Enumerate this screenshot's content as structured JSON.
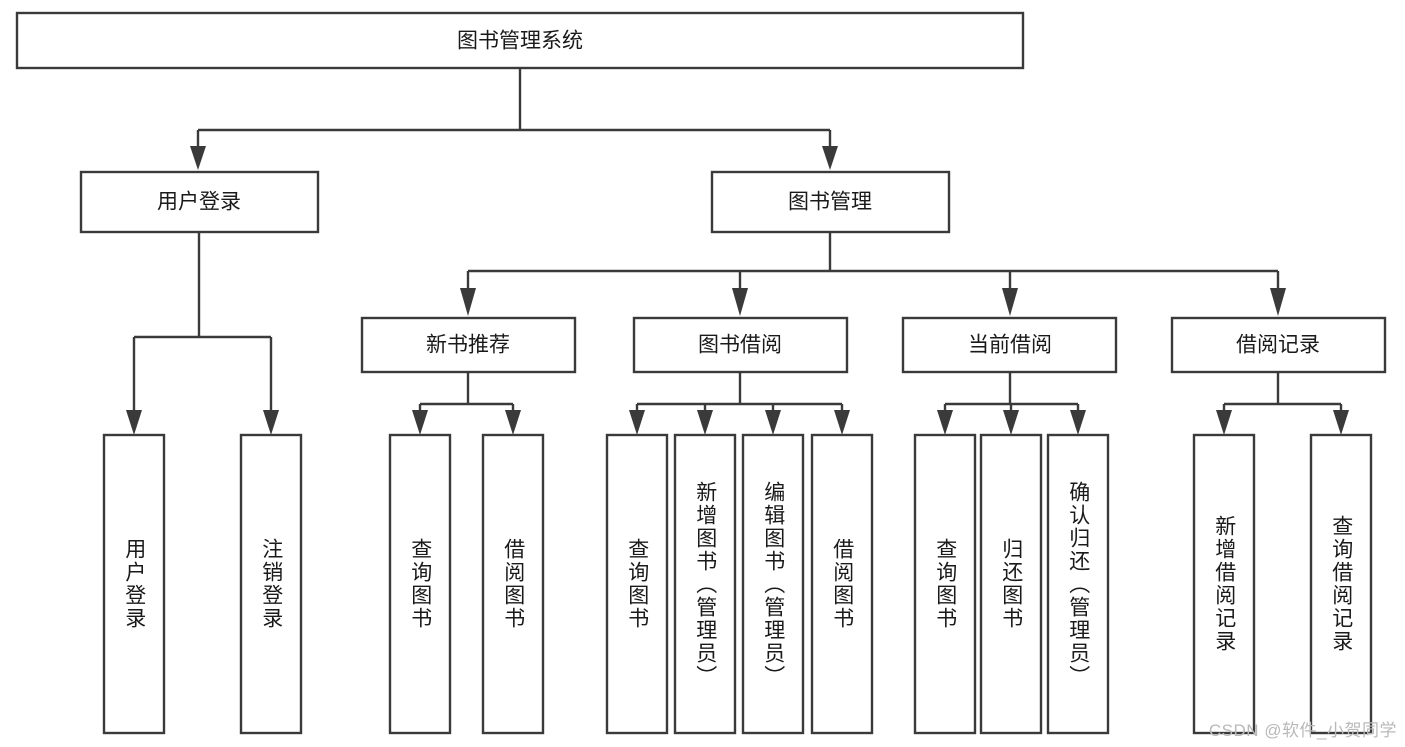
{
  "diagram": {
    "type": "tree-hierarchy",
    "orientation": "top-down",
    "root": {
      "label": "图书管理系统"
    },
    "level2": [
      {
        "label": "用户登录"
      },
      {
        "label": "图书管理"
      }
    ],
    "level3": [
      {
        "label": "新书推荐"
      },
      {
        "label": "图书借阅"
      },
      {
        "label": "当前借阅"
      },
      {
        "label": "借阅记录"
      }
    ],
    "leaves": {
      "user_login": [
        {
          "label": "用户登录"
        },
        {
          "label": "注销登录"
        }
      ],
      "new_book_recommend": [
        {
          "label": "查询图书"
        },
        {
          "label": "借阅图书"
        }
      ],
      "book_borrow": [
        {
          "label": "查询图书"
        },
        {
          "label": "新增图书（管理员）"
        },
        {
          "label": "编辑图书（管理员）"
        },
        {
          "label": "借阅图书"
        }
      ],
      "current_borrow": [
        {
          "label": "查询图书"
        },
        {
          "label": "归还图书"
        },
        {
          "label": "确认归还（管理员）"
        }
      ],
      "borrow_records": [
        {
          "label": "新增借阅记录"
        },
        {
          "label": "查询借阅记录"
        }
      ]
    }
  },
  "watermark": {
    "text": "CSDN @软件_小贺同学"
  },
  "colors": {
    "box_stroke": "#3a3a3a",
    "box_fill": "#ffffff",
    "text": "#1a1a1a",
    "watermark": "#b9b9b9",
    "background": "#ffffff"
  }
}
